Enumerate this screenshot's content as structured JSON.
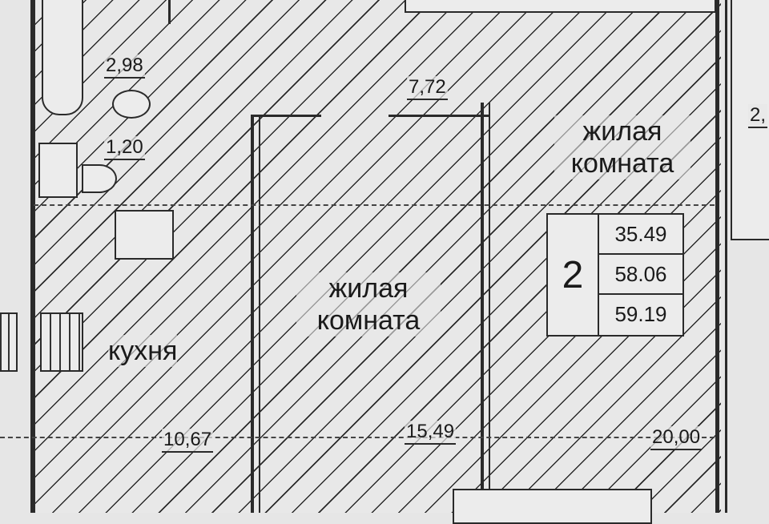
{
  "plan": {
    "rooms": [
      {
        "name": "жилая комната",
        "area": "20,00"
      },
      {
        "name": "жилая комната",
        "area": "15,49"
      },
      {
        "name": "кухня",
        "area": "10,67"
      }
    ],
    "bathroom_area": "2,98",
    "toilet_area": "1,20",
    "corridor_area": "7,72",
    "neighbor_area_partial": "2,",
    "summary": {
      "rooms_count": "2",
      "living_area": "35.49",
      "total_area": "58.06",
      "total_area_with_balcony": "59.19"
    }
  }
}
